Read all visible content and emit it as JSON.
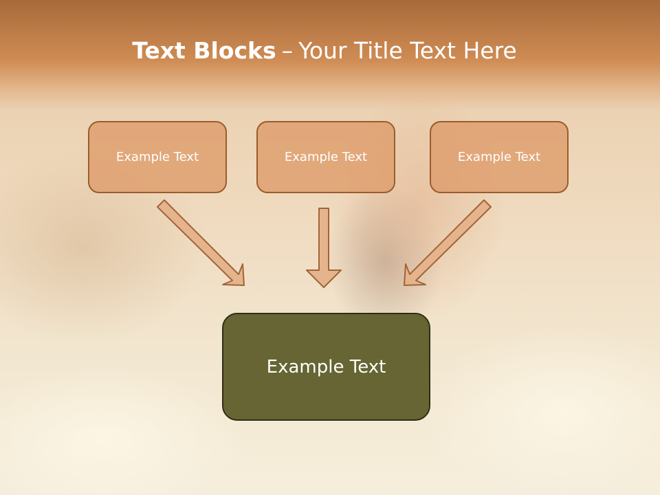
{
  "slide": {
    "title_bold": "Text Blocks",
    "title_separator": "–",
    "title_rest": "Your Title Text Here",
    "top_blocks": [
      {
        "label": "Example Text"
      },
      {
        "label": "Example Text"
      },
      {
        "label": "Example Text"
      }
    ],
    "target_block": {
      "label": "Example Text"
    }
  },
  "colors": {
    "title_band": "#cf8c54",
    "top_block_fill": "#de9e6c",
    "top_block_border": "#9a5c2c",
    "target_block_fill": "#666533",
    "arrow_fill": "#e6b48c",
    "arrow_stroke": "#a0643a"
  }
}
